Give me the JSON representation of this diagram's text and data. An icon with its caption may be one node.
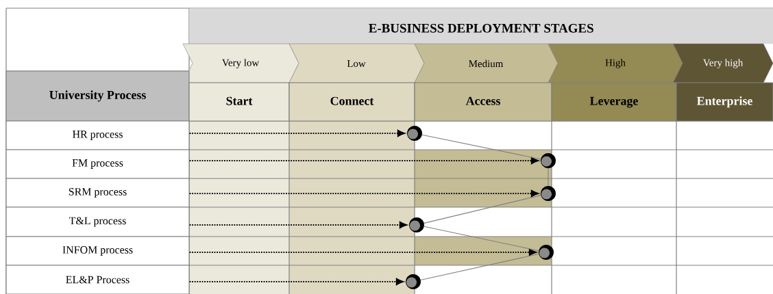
{
  "diagram": {
    "nodes": [
      {
        "text": [
          "E-BUSINESS DEPLOYMENT STAGES"
        ]
      },
      {
        "text": [
          "Very low"
        ]
      },
      {
        "text": [
          "Low"
        ]
      },
      {
        "text": [
          "Medium"
        ]
      },
      {
        "text": [
          "High"
        ]
      },
      {
        "text": [
          "Very high"
        ]
      },
      {
        "text": [
          "University Process"
        ]
      },
      {
        "text": [
          "Start"
        ]
      },
      {
        "text": [
          "Connect"
        ]
      },
      {
        "text": [
          "Access"
        ]
      },
      {
        "text": [
          "Leverage"
        ]
      },
      {
        "text": [
          "Enterprise"
        ]
      },
      {
        "text": [
          "HR process"
        ]
      },
      {
        "text": [
          "FM process"
        ]
      },
      {
        "text": [
          "SRM process"
        ]
      },
      {
        "text": [
          "T&L process"
        ]
      },
      {
        "text": [
          "INFOM process"
        ]
      },
      {
        "text": [
          "EL&P Process"
        ]
      },
      {
        "text": [],
        "shape": "circle"
      },
      {
        "text": [],
        "shape": "circle"
      },
      {
        "text": [],
        "shape": "circle"
      },
      {
        "text": [],
        "shape": "circle"
      },
      {
        "text": [],
        "shape": "circle"
      },
      {
        "text": [],
        "shape": "circle"
      }
    ],
    "edges": [
      {
        "from": 12,
        "to": 18,
        "arrow": "to",
        "style": "dashed"
      },
      {
        "from": 13,
        "to": 19,
        "arrow": "to",
        "style": "dashed"
      },
      {
        "from": 14,
        "to": 20,
        "arrow": "to",
        "style": "dashed"
      },
      {
        "from": 15,
        "to": 21,
        "arrow": "to",
        "style": "dashed"
      },
      {
        "from": 16,
        "to": 22,
        "arrow": "to",
        "style": "dashed"
      },
      {
        "from": 17,
        "to": 23,
        "arrow": "to",
        "style": "dashed"
      },
      {
        "from": 18,
        "to": 19,
        "arrow": "none",
        "color": "#808080"
      },
      {
        "from": 19,
        "to": 20,
        "arrow": "none",
        "color": "#808080"
      },
      {
        "from": 20,
        "to": 21,
        "arrow": "none",
        "color": "#808080"
      },
      {
        "from": 21,
        "to": 22,
        "arrow": "none",
        "color": "#808080"
      },
      {
        "from": 22,
        "to": 23,
        "arrow": "none",
        "color": "#808080"
      }
    ]
  }
}
